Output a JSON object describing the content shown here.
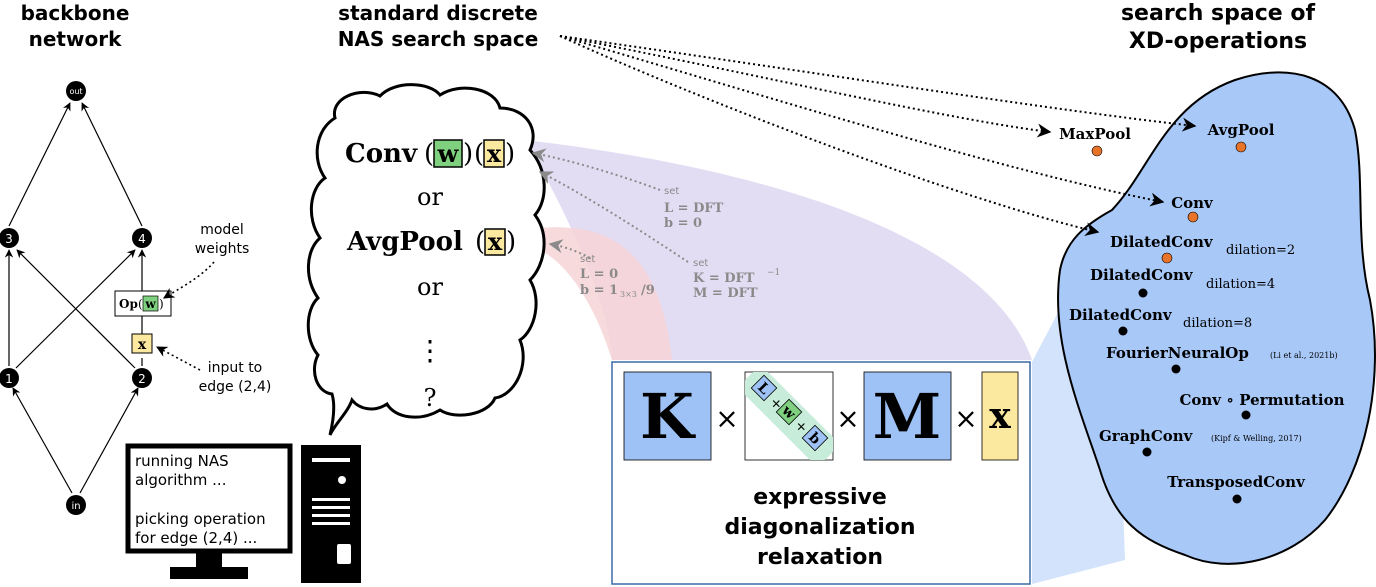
{
  "colors": {
    "blue_fill": "#a8c8f8",
    "blue_box": "#9ec2f5",
    "green_w": "#7fd07f",
    "yellow_x": "#fce9a0",
    "orange_dot": "#e8742a",
    "purple_band": "#d9d2f0",
    "pink_band": "#f6d4d6",
    "relax_border": "#3b6aa8",
    "diag_band": "#c7ecd9"
  },
  "backbone": {
    "title_line1": "backbone",
    "title_line2": "network",
    "nodes": {
      "out": "out",
      "n3": "3",
      "n4": "4",
      "n1": "1",
      "n2": "2",
      "in": "in"
    },
    "op_label": "Op",
    "w": "w",
    "x": "x",
    "model_weights_line1": "model",
    "model_weights_line2": "weights",
    "input_line1": "input to",
    "input_line2": "edge (2,4)"
  },
  "nas": {
    "title_line1": "standard discrete",
    "title_line2": "NAS search space",
    "conv": "Conv",
    "w": "w",
    "x": "x",
    "or1": "or",
    "avgpool": "AvgPool",
    "or2": "or",
    "dots": "⋮",
    "question": "?"
  },
  "annotations": {
    "conv_set": "set",
    "conv_l": "L = DFT",
    "conv_b": "b = 0",
    "kset": "set",
    "k_val": "K = DFT",
    "k_sup": "−1",
    "m_val": "M = DFT",
    "pool_set": "set",
    "pool_l": "L = 0",
    "pool_b": "b = 1",
    "pool_b_sub": "3×3",
    "pool_b_tail": "/9"
  },
  "computer": {
    "line1": "running NAS",
    "line2": "algorithm ...",
    "line3": "picking operation",
    "line4": "for edge (2,4) ..."
  },
  "relaxation": {
    "K": "K",
    "times1": "×",
    "L": "L",
    "plus1": "+",
    "w": "w",
    "plus2": "+",
    "b": "b",
    "times2": "×",
    "M": "M",
    "times3": "×",
    "x": "x",
    "caption_line1": "expressive",
    "caption_line2": "diagonalization",
    "caption_line3": "relaxation"
  },
  "xd": {
    "title_line1": "search space of",
    "title_line2": "XD-operations",
    "maxpool": "MaxPool",
    "avgpool": "AvgPool",
    "conv": "Conv",
    "dil2": "DilatedConv",
    "dil2_sub": "dilation=2",
    "dil4": "DilatedConv",
    "dil4_sub": "dilation=4",
    "dil8": "DilatedConv",
    "dil8_sub": "dilation=8",
    "fno": "FourierNeuralOp",
    "fno_cite": "(Li et al., 2021b)",
    "convperm": "Conv ∘ Permutation",
    "graphconv": "GraphConv",
    "graph_cite": "(Kipf & Welling, 2017)",
    "transposed": "TransposedConv"
  }
}
